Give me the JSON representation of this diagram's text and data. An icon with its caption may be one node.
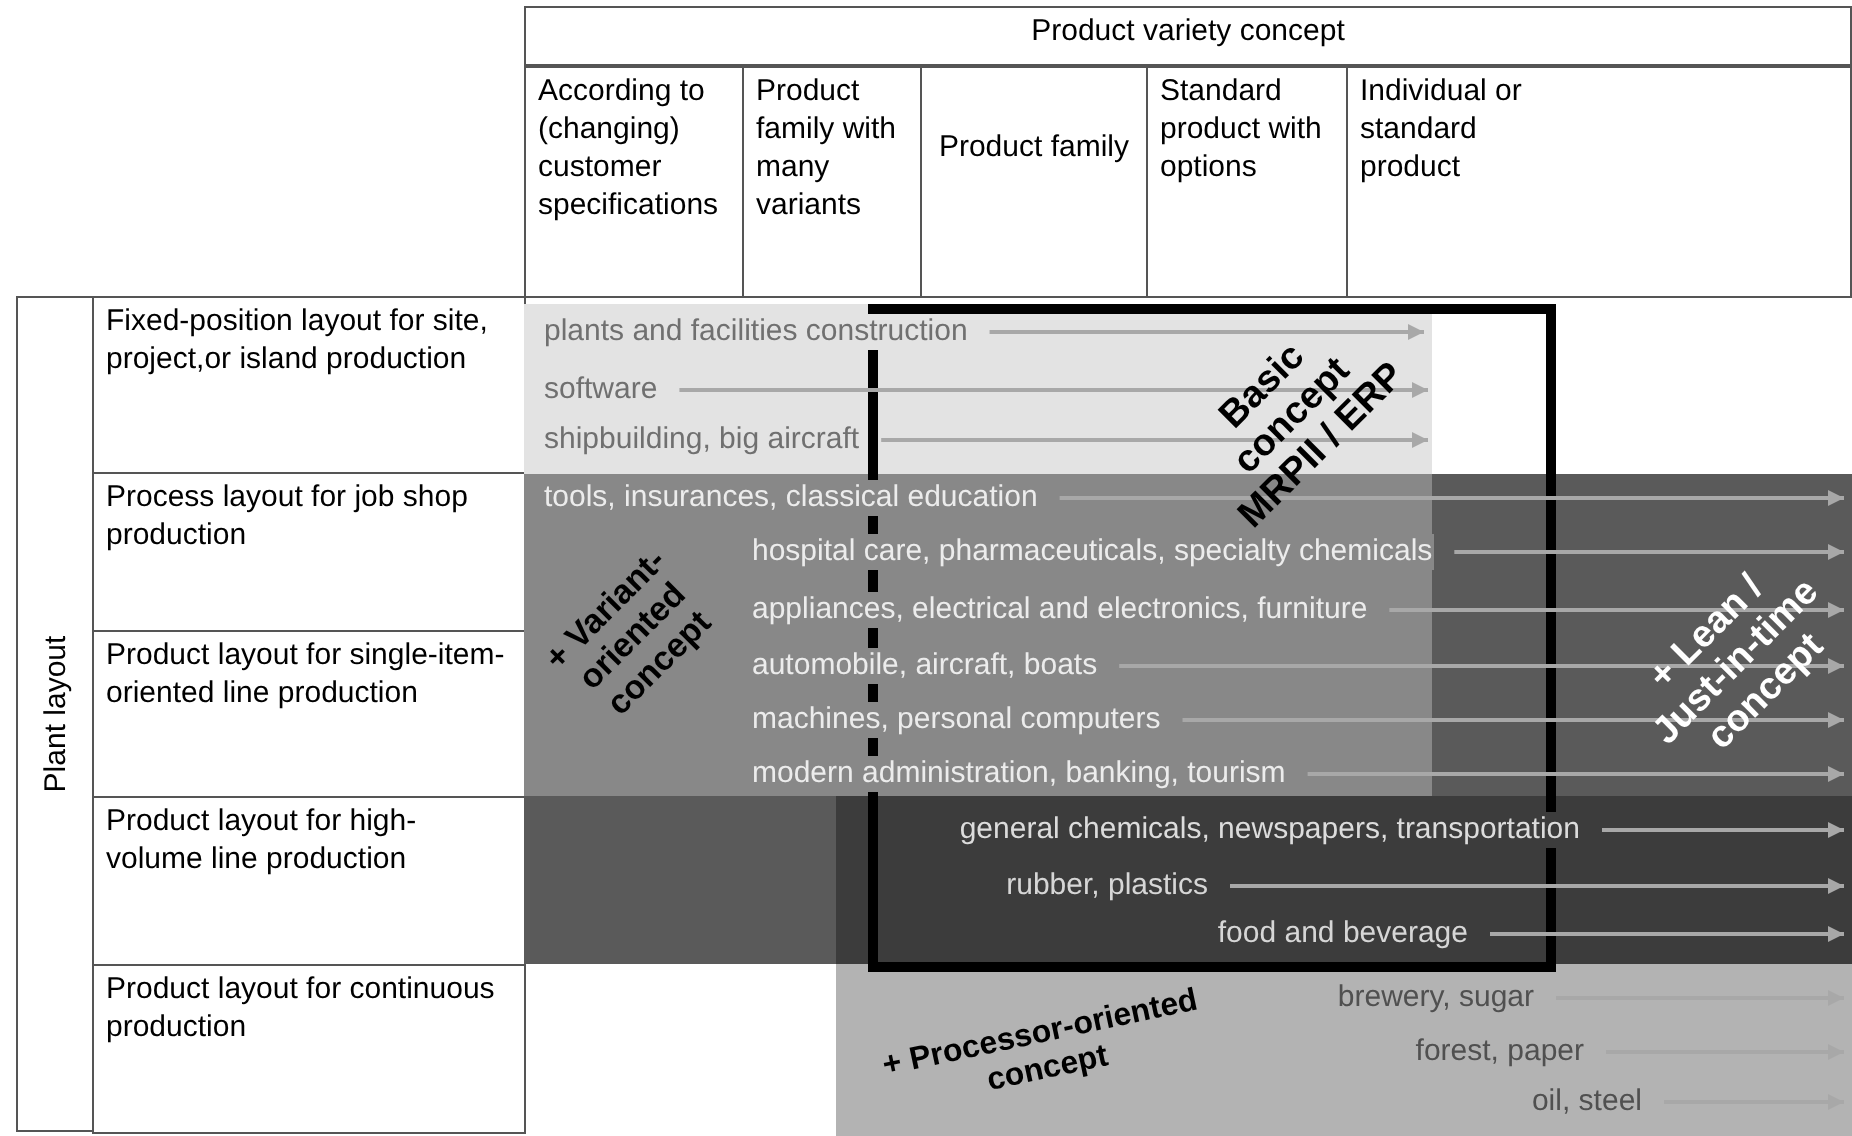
{
  "diagram": {
    "labels": [
      "Product variety concept",
      "According to (changing) customer specifications",
      "Product family with many variants",
      "Product family",
      "Standard product with options",
      "Individual or standard product",
      "Plant layout",
      "Fixed-position layout for site, project,or island production",
      "Process layout for job shop production",
      "Product layout for single-item-oriented line production",
      "Product layout for high-volume line production",
      "Product layout for continuous production",
      "+ Variant-oriented concept",
      "Basic concept MRPII / ERP",
      "+ Lean / Just-in-time concept",
      "+ Processor-oriented concept",
      "plants and facilities construction",
      "software",
      "shipbuilding, big aircraft",
      "tools, insurances, classical education",
      "hospital care, pharmaceuticals, specialty chemicals",
      "appliances, electrical and electronics, furniture",
      "automobile, aircraft, boats",
      "machines, personal computers",
      "modern administration, banking, tourism",
      "general chemicals, newspapers, transportation",
      "rubber, plastics",
      "food and beverage",
      "brewery, sugar",
      "forest, paper",
      "oil, steel"
    ]
  }
}
